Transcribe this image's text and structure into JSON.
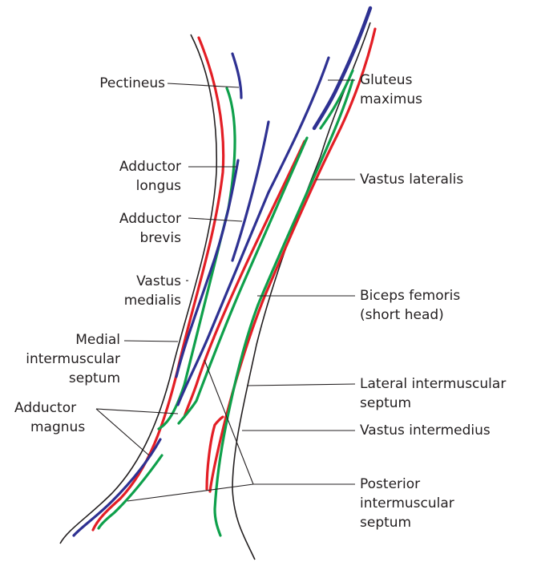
{
  "colors": {
    "red_layer": "#e31e25",
    "green_layer": "#0ea04b",
    "blue_layer": "#2e3192",
    "outline": "#231f20"
  },
  "labels": {
    "pectineus": [
      "Pectineus"
    ],
    "adductor_longus": [
      "Adductor",
      "longus"
    ],
    "adductor_brevis": [
      "Adductor",
      "brevis"
    ],
    "vastus_medialis": [
      "Vastus",
      "medialis"
    ],
    "medial_septum": [
      "Medial",
      "intermuscular",
      "septum"
    ],
    "adductor_magnus": [
      "Adductor",
      "magnus"
    ],
    "gluteus_maximus": [
      "Gluteus",
      "maximus"
    ],
    "vastus_lateralis": [
      "Vastus lateralis"
    ],
    "biceps_femoris": [
      "Biceps femoris",
      "(short head)"
    ],
    "lateral_septum": [
      "Lateral intermuscular",
      "septum"
    ],
    "vastus_intermedius": [
      "Vastus intermedius"
    ],
    "posterior_septum": [
      "Posterior",
      "intermuscular",
      "septum"
    ]
  }
}
